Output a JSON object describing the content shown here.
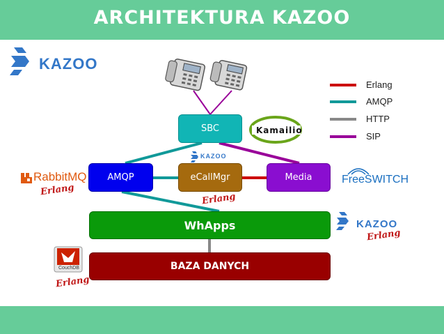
{
  "title": "ARCHITEKTURA KAZOO",
  "nodes": {
    "sbc": "SBC",
    "amqp": "AMQP",
    "ecallmgr": "eCallMgr",
    "media": "Media",
    "whapps": "WhApps",
    "database": "BAZA DANYCH"
  },
  "legend": [
    {
      "label": "Erlang",
      "color": "#cc0000"
    },
    {
      "label": "AMQP",
      "color": "#119999"
    },
    {
      "label": "HTTP",
      "color": "#888888"
    },
    {
      "label": "SIP",
      "color": "#990099"
    }
  ],
  "logos": {
    "kazoo": "KAZOO",
    "kazoo_small": "KAZOO",
    "erlang": "Erlang",
    "rabbitmq": "RabbitMQ",
    "freeswitch": "FreeSWITCH",
    "kamailio": "Kamailio",
    "couchdb": "CouchDB"
  },
  "colors": {
    "header": "#66cc99",
    "sbc": "#11b5b5",
    "amqp": "#0000ee",
    "ecallmgr": "#a56a0e",
    "media": "#8a0ed0",
    "whapps": "#0a9a0a",
    "database": "#990000"
  }
}
